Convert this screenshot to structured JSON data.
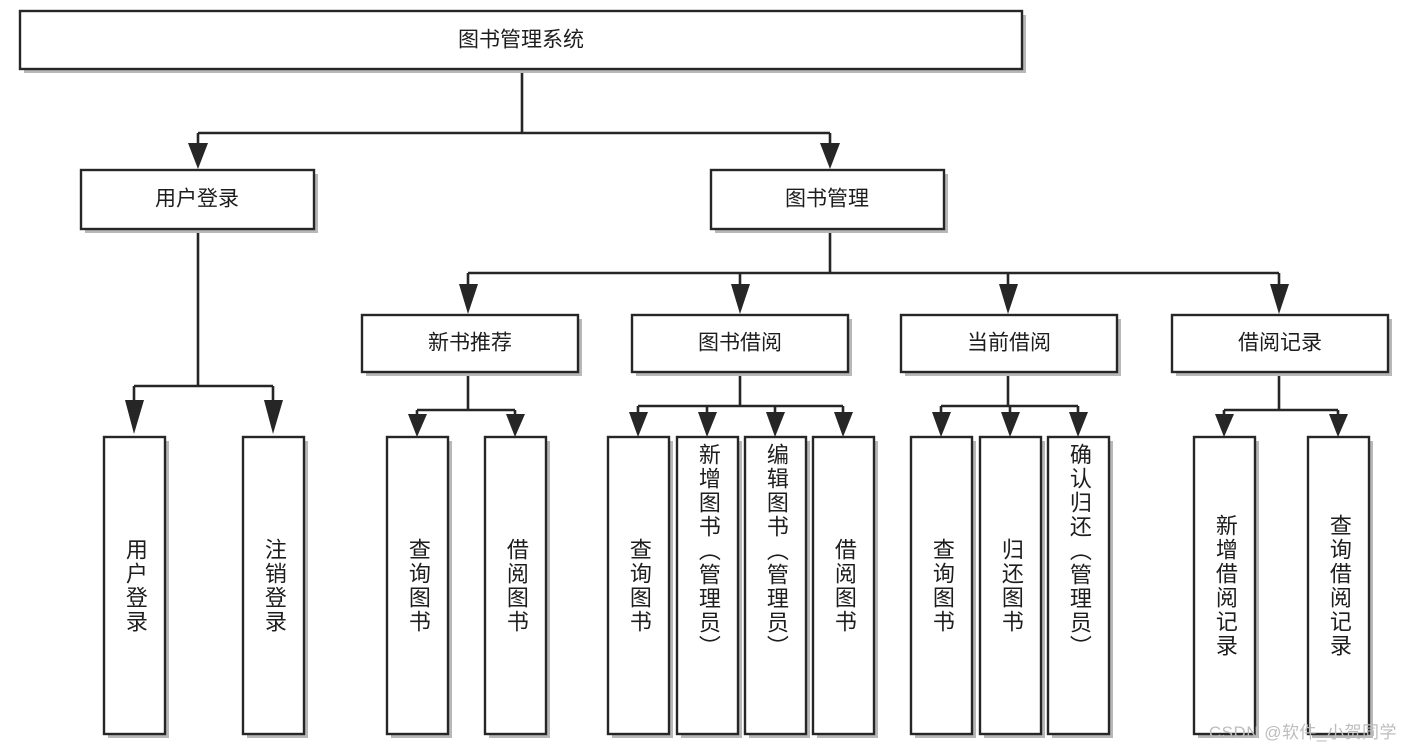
{
  "diagram": {
    "type": "tree-hierarchy",
    "title": "图书管理系统",
    "root": {
      "id": "root",
      "label": "图书管理系统",
      "orientation": "horizontal"
    },
    "level2": [
      {
        "id": "user-login",
        "label": "用户登录",
        "orientation": "horizontal"
      },
      {
        "id": "book-management",
        "label": "图书管理",
        "orientation": "horizontal"
      }
    ],
    "level3": [
      {
        "id": "new-book-recommend",
        "label": "新书推荐",
        "orientation": "horizontal",
        "parent": "book-management"
      },
      {
        "id": "book-borrow",
        "label": "图书借阅",
        "orientation": "horizontal",
        "parent": "book-management"
      },
      {
        "id": "current-borrow",
        "label": "当前借阅",
        "orientation": "horizontal",
        "parent": "book-management"
      },
      {
        "id": "borrow-records",
        "label": "借阅记录",
        "orientation": "horizontal",
        "parent": "book-management"
      }
    ],
    "leaves": [
      {
        "id": "leaf-user-login",
        "label": "用户登录",
        "orientation": "vertical",
        "parent": "user-login"
      },
      {
        "id": "leaf-logout",
        "label": "注销登录",
        "orientation": "vertical",
        "parent": "user-login"
      },
      {
        "id": "leaf-query-book-1",
        "label": "查询图书",
        "orientation": "vertical",
        "parent": "new-book-recommend"
      },
      {
        "id": "leaf-borrow-book-1",
        "label": "借阅图书",
        "orientation": "vertical",
        "parent": "new-book-recommend"
      },
      {
        "id": "leaf-query-book-2",
        "label": "查询图书",
        "orientation": "vertical",
        "parent": "book-borrow"
      },
      {
        "id": "leaf-add-book",
        "label": "新增图书（管理员）",
        "orientation": "vertical",
        "parent": "book-borrow"
      },
      {
        "id": "leaf-edit-book",
        "label": "编辑图书（管理员）",
        "orientation": "vertical",
        "parent": "book-borrow"
      },
      {
        "id": "leaf-borrow-book-2",
        "label": "借阅图书",
        "orientation": "vertical",
        "parent": "book-borrow"
      },
      {
        "id": "leaf-query-book-3",
        "label": "查询图书",
        "orientation": "vertical",
        "parent": "current-borrow"
      },
      {
        "id": "leaf-return-book",
        "label": "归还图书",
        "orientation": "vertical",
        "parent": "current-borrow"
      },
      {
        "id": "leaf-confirm-return",
        "label": "确认归还（管理员）",
        "orientation": "vertical",
        "parent": "current-borrow"
      },
      {
        "id": "leaf-add-record",
        "label": "新增借阅记录",
        "orientation": "vertical",
        "parent": "borrow-records"
      },
      {
        "id": "leaf-query-record",
        "label": "查询借阅记录",
        "orientation": "vertical",
        "parent": "borrow-records"
      }
    ],
    "colors": {
      "box_fill": "#ffffff",
      "box_stroke": "#262626",
      "connector": "#262626",
      "text": "#1d1d1d",
      "watermark": "#bdbdbd",
      "background": "#ffffff"
    }
  },
  "watermark": {
    "text": "CSDN @软件_小贺同学"
  }
}
